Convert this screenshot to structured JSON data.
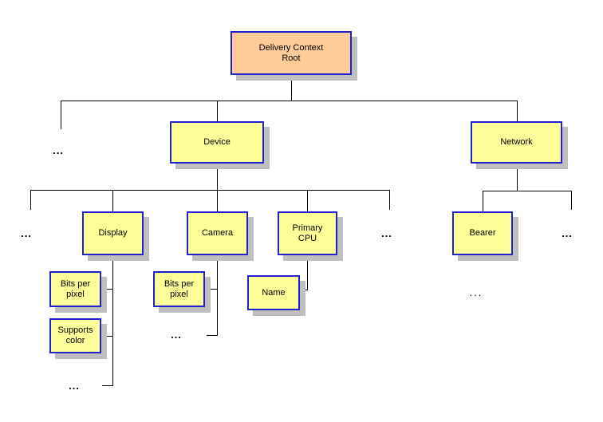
{
  "colors": {
    "root_fill": "#FFCC99",
    "node_fill": "#FFFF99",
    "node_border": "#2222CC",
    "shadow": "#BFBFBF",
    "connector": "#000000",
    "background": "#FFFFFF"
  },
  "nodes": {
    "root": {
      "label": "Delivery Context\nRoot"
    },
    "device": {
      "label": "Device"
    },
    "network": {
      "label": "Network"
    },
    "display": {
      "label": "Display"
    },
    "camera": {
      "label": "Camera"
    },
    "primary_cpu": {
      "label": "Primary\nCPU"
    },
    "bearer": {
      "label": "Bearer"
    },
    "display_bits_per_pixel": {
      "label": "Bits per\npixel"
    },
    "supports_color": {
      "label": "Supports\ncolor"
    },
    "camera_bits_per_pixel": {
      "label": "Bits per\npixel"
    },
    "name": {
      "label": "Name"
    }
  },
  "ellipses": {
    "top_level_more": "...",
    "device_children_left_more": "...",
    "device_children_right_more": "...",
    "network_children_more": "...",
    "display_children_more": "...",
    "camera_children_more": "...",
    "bearer_children_more": "..."
  }
}
